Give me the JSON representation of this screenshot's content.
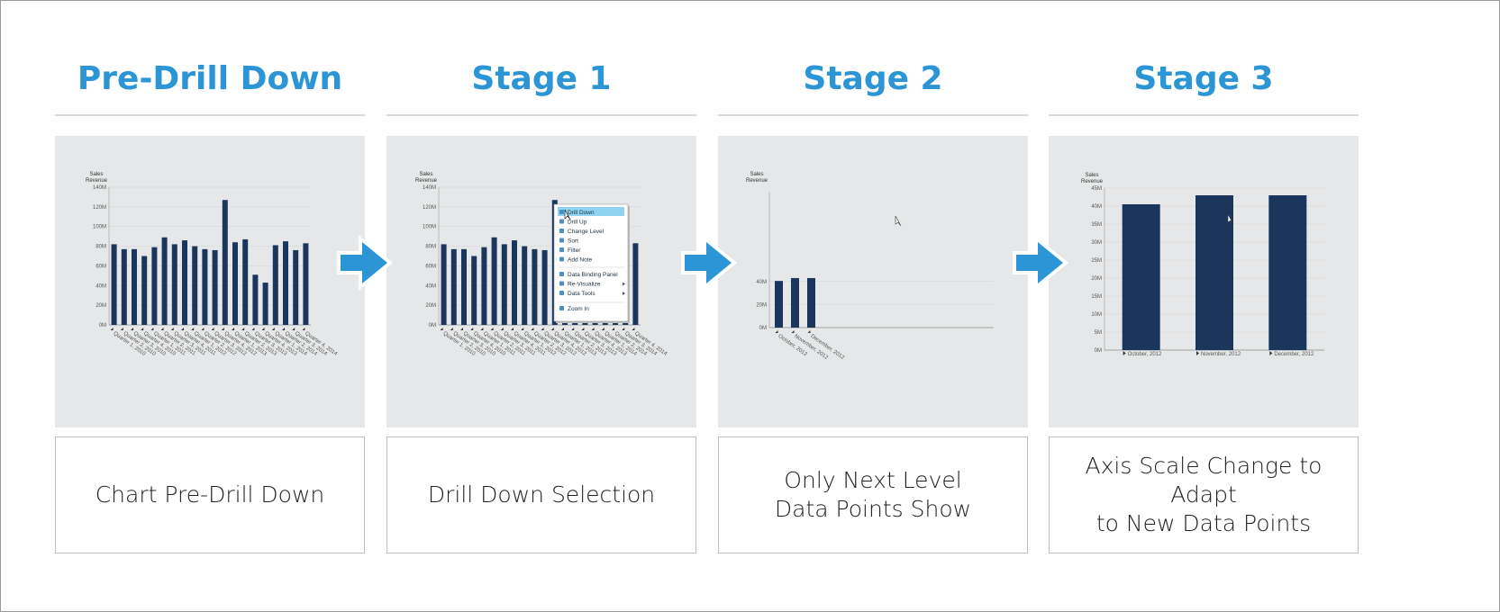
{
  "stages": [
    {
      "title": "Pre-Drill Down",
      "caption": "Chart Pre-Drill Down"
    },
    {
      "title": "Stage 1",
      "caption": "Drill Down Selection"
    },
    {
      "title": "Stage 2",
      "caption": "Only Next Level\nData Points Show"
    },
    {
      "title": "Stage 3",
      "caption": "Axis Scale Change to Adapt\nto New Data Points"
    }
  ],
  "colors": {
    "title": "#2b95d6",
    "bar": "#1b365d",
    "arrow": "#2b95d6",
    "panel": "#e6e7e8"
  },
  "context_menu": {
    "items": [
      "Drill Down",
      "Drill Up",
      "Change Level",
      "Sort",
      "Filter",
      "Add Note",
      "Data Binding Panel",
      "Re-Visualize",
      "Data Tools",
      "Zoom In"
    ]
  },
  "chart_data": [
    {
      "type": "bar",
      "ylabel": "Sales Revenue",
      "ylim": [
        0,
        140
      ],
      "yticks": [
        "0M",
        "20M",
        "40M",
        "60M",
        "80M",
        "100M",
        "120M",
        "140M"
      ],
      "categories": [
        "Quarter 1, 2010",
        "Quarter 2, 2010",
        "Quarter 3, 2010",
        "Quarter 4, 2010",
        "Quarter 1, 2011",
        "Quarter 2, 2011",
        "Quarter 3, 2011",
        "Quarter 4, 2011",
        "Quarter 1, 2012",
        "Quarter 2, 2012",
        "Quarter 3, 2012",
        "Quarter 4, 2012",
        "Quarter 1, 2013",
        "Quarter 2, 2013",
        "Quarter 3, 2013",
        "Quarter 4, 2013",
        "Quarter 1, 2014",
        "Quarter 2, 2014",
        "Quarter 3, 2014",
        "Quarter 4, 2014"
      ],
      "values": [
        82,
        77,
        77,
        70,
        79,
        89,
        82,
        86,
        80,
        77,
        76,
        127,
        84,
        87,
        51,
        43,
        81,
        85,
        76,
        83
      ]
    },
    {
      "type": "bar",
      "ylabel": "Sales Revenue",
      "ylim": [
        0,
        140
      ],
      "yticks": [
        "0M",
        "20M",
        "40M",
        "60M",
        "80M",
        "100M",
        "120M",
        "140M"
      ],
      "categories": [
        "Quarter 1, 2010",
        "Quarter 2, 2010",
        "Quarter 3, 2010",
        "Quarter 4, 2010",
        "Quarter 1, 2011",
        "Quarter 2, 2011",
        "Quarter 3, 2011",
        "Quarter 4, 2011",
        "Quarter 1, 2012",
        "Quarter 2, 2012",
        "Quarter 3, 2012",
        "Quarter 4, 2012",
        "Quarter 1, 2013",
        "Quarter 2, 2013",
        "Quarter 3, 2013",
        "Quarter 4, 2013",
        "Quarter 1, 2014",
        "Quarter 2, 2014",
        "Quarter 3, 2014",
        "Quarter 4, 2014"
      ],
      "values": [
        82,
        77,
        77,
        70,
        79,
        89,
        82,
        86,
        80,
        77,
        76,
        127,
        84,
        87,
        51,
        43,
        81,
        85,
        76,
        83
      ]
    },
    {
      "type": "bar",
      "ylabel": "Sales Revenue",
      "ylim": [
        0,
        140
      ],
      "yticks": [
        "0M",
        "20M",
        "40M"
      ],
      "categories": [
        "October, 2012",
        "November, 2012",
        "December, 2012"
      ],
      "values": [
        40.5,
        43,
        43
      ]
    },
    {
      "type": "bar",
      "ylabel": "Sales Revenue",
      "ylim": [
        0,
        45
      ],
      "yticks": [
        "0M",
        "5M",
        "10M",
        "15M",
        "20M",
        "25M",
        "30M",
        "35M",
        "40M",
        "45M"
      ],
      "categories": [
        "October, 2012",
        "November, 2012",
        "December, 2012"
      ],
      "values": [
        40.5,
        43,
        43
      ]
    }
  ]
}
